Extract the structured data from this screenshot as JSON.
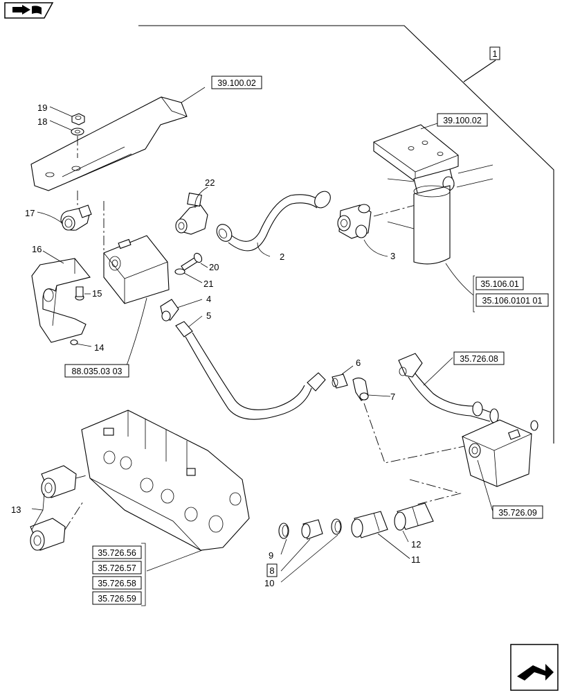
{
  "callouts": {
    "c1": "1",
    "c2": "2",
    "c3": "3",
    "c4": "4",
    "c5": "5",
    "c6": "6",
    "c7": "7",
    "c8": "8",
    "c9": "9",
    "c10": "10",
    "c11": "11",
    "c12": "12",
    "c13": "13",
    "c14": "14",
    "c15": "15",
    "c16": "16",
    "c17": "17",
    "c18": "18",
    "c19": "19",
    "c20": "20",
    "c21": "21",
    "c22": "22"
  },
  "references": {
    "r_39_100_02_a": "39.100.02",
    "r_39_100_02_b": "39.100.02",
    "r_35_106_01": "35.106.01",
    "r_35_106_0101": "35.106.0101 01",
    "r_88_035_03": "88.035.03 03",
    "r_35_726_08": "35.726.08",
    "r_35_726_09": "35.726.09",
    "r_35_726_56": "35.726.56",
    "r_35_726_57": "35.726.57",
    "r_35_726_58": "35.726.58",
    "r_35_726_59": "35.726.59"
  },
  "icons": {
    "top_left": "book-arrow-icon",
    "bottom_right": "next-page-arrow-icon"
  }
}
